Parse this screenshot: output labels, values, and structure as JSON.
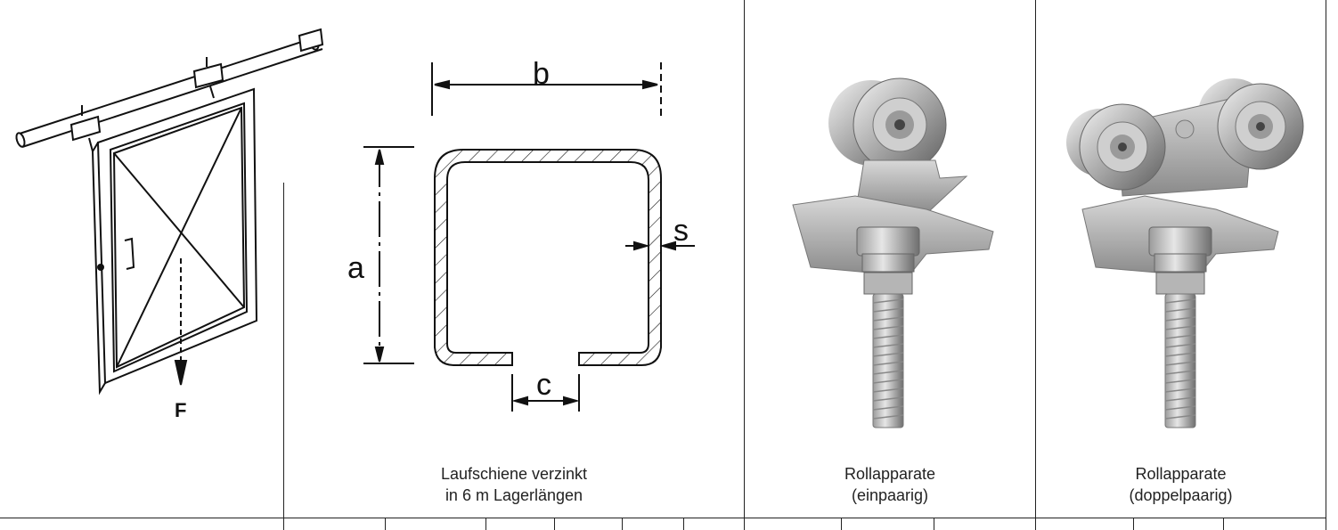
{
  "door_figure": {
    "force_label": "F"
  },
  "rail_section": {
    "dim_a": "a",
    "dim_b": "b",
    "dim_c": "c",
    "dim_s": "s",
    "caption_line1": "Laufschiene verzinkt",
    "caption_line2": "in 6 m Lagerlängen"
  },
  "roller_single": {
    "caption_line1": "Rollapparate",
    "caption_line2": "(einpaarig)"
  },
  "roller_double": {
    "caption_line1": "Rollapparate",
    "caption_line2": "(doppelpaarig)"
  }
}
